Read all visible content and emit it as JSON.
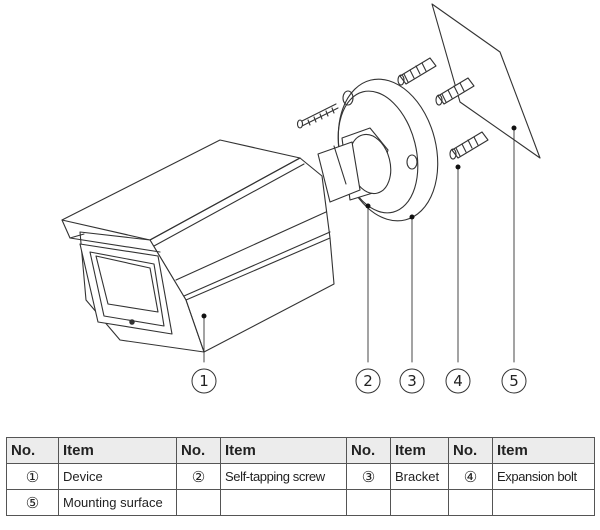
{
  "callouts": [
    "1",
    "2",
    "3",
    "4",
    "5"
  ],
  "table": {
    "headers": [
      "No.",
      "Item",
      "No.",
      "Item",
      "No.",
      "Item",
      "No.",
      "Item"
    ],
    "rows": [
      [
        "①",
        "Device",
        "②",
        "Self-tapping screw",
        "③",
        "Bracket",
        "④",
        "Expansion bolt"
      ],
      [
        "⑤",
        "Mounting surface",
        "",
        "",
        "",
        "",
        "",
        ""
      ]
    ]
  }
}
